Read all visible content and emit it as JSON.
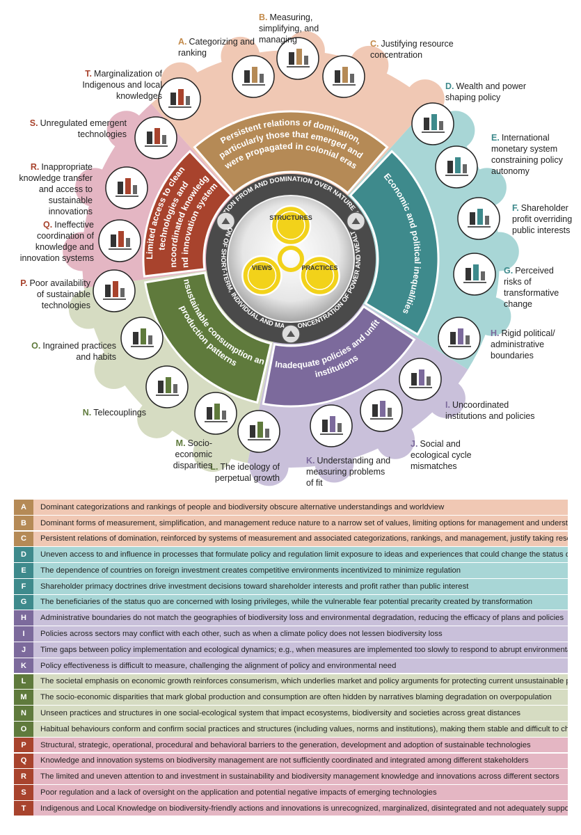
{
  "colors": {
    "domination": "#f0c8b4",
    "domination_band": "#b58a56",
    "economic": "#a8d6d6",
    "economic_band": "#3e8a8c",
    "policies": "#c9c0da",
    "policies_band": "#7c6a9c",
    "consumption": "#d6dcc2",
    "consumption_band": "#5f7a3c",
    "technology": "#e4b6c3",
    "technology_band": "#a8432d",
    "inner_ring": "#444444",
    "core_yellow": "#f2d21a"
  },
  "core": {
    "structures": "STRUCTURES",
    "views": "VIEWS",
    "practices": "PRACTICES"
  },
  "inner_ring": {
    "top": "DISCONNECTION FROM AND DOMINATION OVER NATURE AND PEOPLE",
    "right": "CONCENTRATION OF POWER AND WEALTH",
    "left": "PRIORITIZATION OF SHORT-TERM, INDIVIDUAL AND MATERIAL GAINS"
  },
  "clusters": {
    "domination": "Persistent relations of domination, particularly those that emerged and were propagated in colonial eras",
    "economic": "Economic and political inequalities",
    "policies": "Inadequate policies and unfit institutions",
    "consumption": "Unsustainable consumption and production patterns",
    "technology": "Limited access to clean technologies and uncoordinated knowledge and innovation systems"
  },
  "labels": [
    {
      "key": "A.",
      "text": "Categorizing and ranking",
      "icon": "ranking-icon"
    },
    {
      "key": "B.",
      "text": "Measuring, simplifying, and managing",
      "icon": "measuring-icon"
    },
    {
      "key": "C.",
      "text": "Justifying resource concentration",
      "icon": "resource-icon"
    },
    {
      "key": "D.",
      "text": "Wealth and power shaping policy",
      "icon": "wealth-icon"
    },
    {
      "key": "E.",
      "text": "International monetary system constraining policy autonomy",
      "icon": "monetary-icon"
    },
    {
      "key": "F.",
      "text": "Shareholder profit overriding public interests",
      "icon": "shareholder-icon"
    },
    {
      "key": "G.",
      "text": "Perceived risks of transformative change",
      "icon": "risk-icon"
    },
    {
      "key": "H.",
      "text": "Rigid political/ administrative boundaries",
      "icon": "boundary-icon"
    },
    {
      "key": "I.",
      "text": "Uncoordinated institutions and policies",
      "icon": "institutions-icon"
    },
    {
      "key": "J.",
      "text": "Social and ecological cycle mismatches",
      "icon": "cycle-icon"
    },
    {
      "key": "K.",
      "text": "Understanding and measuring problems of fit",
      "icon": "puzzle-icon"
    },
    {
      "key": "L.",
      "text": "The ideology of perpetual growth",
      "icon": "growth-icon"
    },
    {
      "key": "M.",
      "text": "Socio-economic disparities",
      "icon": "scales-icon"
    },
    {
      "key": "N.",
      "text": "Telecouplings",
      "icon": "telecoupling-icon"
    },
    {
      "key": "O.",
      "text": "Ingrained practices and habits",
      "icon": "habits-icon"
    },
    {
      "key": "P.",
      "text": "Poor availability of sustainable technologies",
      "icon": "wind-turbine-icon"
    },
    {
      "key": "Q.",
      "text": "Ineffective coordination of knowledge and innovation systems",
      "icon": "gears-icon"
    },
    {
      "key": "R.",
      "text": "Inappropriate knowledge transfer and access to sustainable innovations",
      "icon": "transfer-icon"
    },
    {
      "key": "S.",
      "text": "Unregulated emergent technologies",
      "icon": "virus-icon"
    },
    {
      "key": "T.",
      "text": "Marginalization of Indigenous and local knowledges",
      "icon": "indigenous-icon"
    }
  ],
  "legend": [
    {
      "key": "A",
      "group": "domination",
      "text": "Dominant categorizations and rankings of people and biodiversity obscure alternative understandings and worldview"
    },
    {
      "key": "B",
      "group": "domination",
      "text": "Dominant forms of measurement, simplification, and management reduce nature to a narrow set of values, limiting options for management and understanding"
    },
    {
      "key": "C",
      "group": "domination",
      "text": "Persistent relations of domination, reinforced by systems of measurement and associated categorizations, rankings, and management, justify taking resources"
    },
    {
      "key": "D",
      "group": "economic",
      "text": "Uneven access to and influence in processes that formulate policy and regulation limit exposure to ideas and experiences that could change the status quo"
    },
    {
      "key": "E",
      "group": "economic",
      "text": "The dependence of countries on foreign investment creates competitive environments incentivized to minimize regulation"
    },
    {
      "key": "F",
      "group": "economic",
      "text": "Shareholder primacy doctrines drive investment decisions toward shareholder interests and profit rather than public interest"
    },
    {
      "key": "G",
      "group": "economic",
      "text": "The beneficiaries of the status quo are concerned with losing privileges, while the vulnerable fear potential precarity created by transformation"
    },
    {
      "key": "H",
      "group": "policies",
      "text": "Administrative boundaries do not match the geographies of biodiversity loss and environmental degradation, reducing the efficacy of plans and policies"
    },
    {
      "key": "I",
      "group": "policies",
      "text": "Policies across sectors may conflict with each other, such as when a climate policy does not lessen biodiversity loss"
    },
    {
      "key": "J",
      "group": "policies",
      "text": "Time gaps between policy implementation and ecological dynamics; e.g., when measures are implemented too slowly to respond to abrupt environmental changes"
    },
    {
      "key": "K",
      "group": "policies",
      "text": "Policy effectiveness is difficult to measure, challenging the alignment of policy and environmental need"
    },
    {
      "key": "L",
      "group": "consumption",
      "text": "The societal emphasis on economic growth reinforces consumerism, which underlies market and policy arguments for protecting current unsustainable practices"
    },
    {
      "key": "M",
      "group": "consumption",
      "text": "The socio-economic disparities that mark global production and consumption are often hidden by narratives blaming degradation on overpopulation"
    },
    {
      "key": "N",
      "group": "consumption",
      "text": "Unseen practices and structures in one social-ecological system that impact ecosystems, biodiversity and societies across great distances"
    },
    {
      "key": "O",
      "group": "consumption",
      "text": "Habitual behaviours conform and confirm social practices and structures (including values, norms and institutions), making them stable and difficult to change"
    },
    {
      "key": "P",
      "group": "technology",
      "text": "Structural, strategic, operational, procedural and behavioral barriers to the generation, development and adoption of sustainable technologies"
    },
    {
      "key": "Q",
      "group": "technology",
      "text": "Knowledge and innovation systems on biodiversity management are not sufficiently coordinated and integrated among different stakeholders"
    },
    {
      "key": "R",
      "group": "technology",
      "text": "The limited and uneven attention to and investment in sustainability and biodiversity management knowledge and innovations across different sectors"
    },
    {
      "key": "S",
      "group": "technology",
      "text": "Poor regulation and a lack of oversight on the application and potential negative impacts of emerging technologies"
    },
    {
      "key": "T",
      "group": "technology",
      "text": "Indigenous and Local Knowledge on biodiversity-friendly actions and innovations is unrecognized, marginalized, disintegrated and not adequately supported"
    }
  ]
}
